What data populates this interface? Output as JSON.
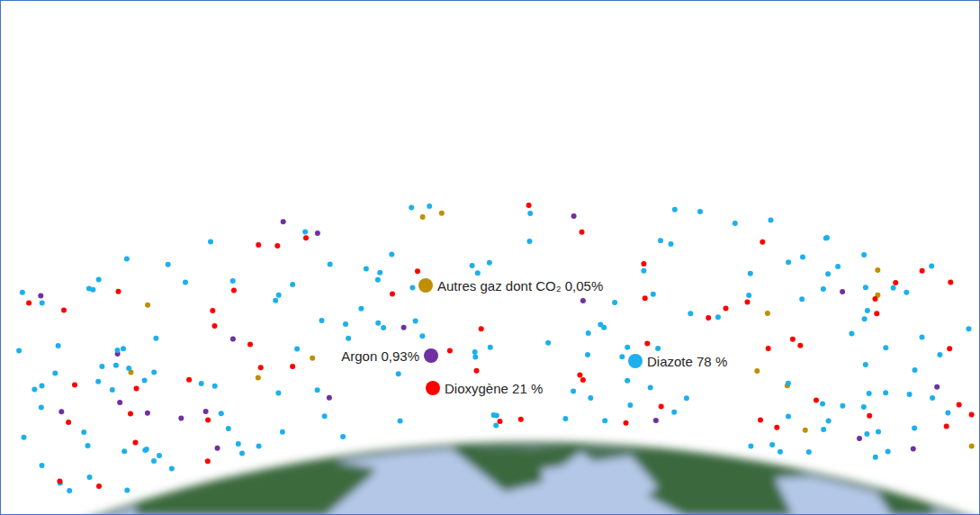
{
  "diagram": {
    "legend": [
      {
        "text": "Autres gaz dont CO₂ 0,05%",
        "color": "#bf8f00"
      },
      {
        "text": "Argon 0,93%",
        "color": "#7030a0"
      },
      {
        "text": "Diazote 78 %",
        "color": "#1cb0ec"
      },
      {
        "text": "Dioxygène 21 %",
        "color": "#ff0000"
      }
    ]
  }
}
